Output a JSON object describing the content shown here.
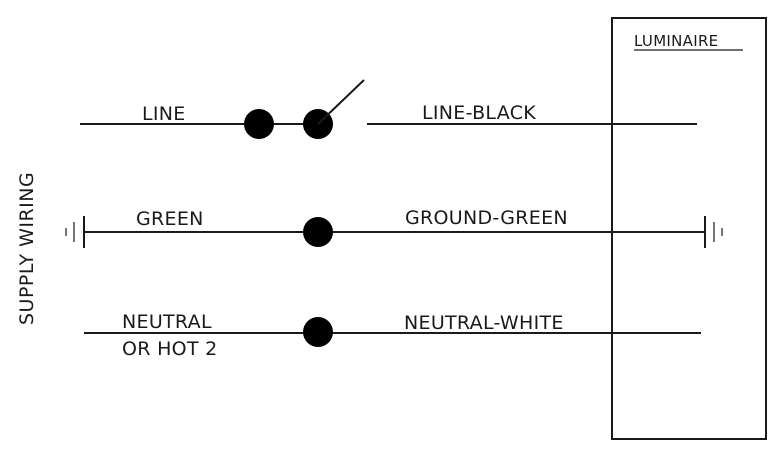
{
  "supply_label": "SUPPLY WIRING",
  "luminaire_label": "LUMINAIRE",
  "wires": {
    "line": {
      "left_label": "LINE",
      "right_label": "LINE-BLACK"
    },
    "ground": {
      "left_label": "GREEN",
      "right_label": "GROUND-GREEN"
    },
    "neutral": {
      "left_label_line1": "NEUTRAL",
      "left_label_line2": "OR HOT 2",
      "right_label": "NEUTRAL-WHITE"
    }
  }
}
